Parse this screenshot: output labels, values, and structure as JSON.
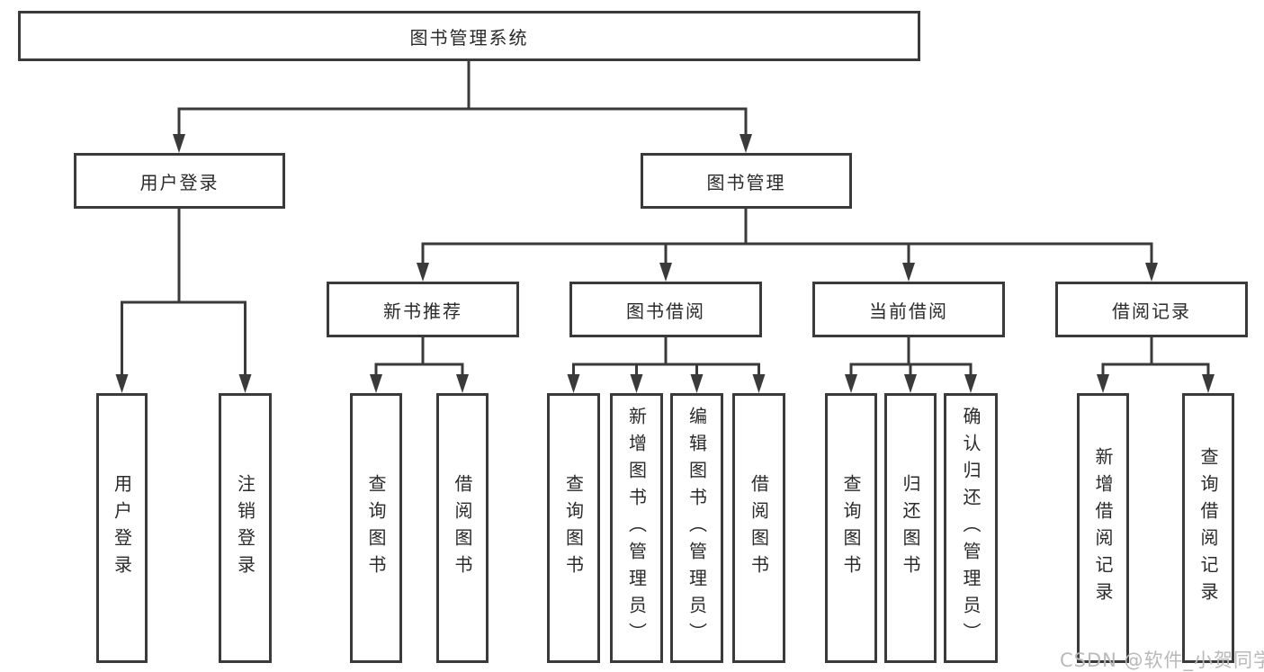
{
  "diagram": {
    "root": "图书管理系统",
    "level2": {
      "user_login": "用户登录",
      "book_management": "图书管理"
    },
    "level3": {
      "new_book_recommend": "新书推荐",
      "book_borrowing": "图书借阅",
      "current_borrowing": "当前借阅",
      "borrowing_records": "借阅记录"
    },
    "leaves": {
      "user_login": [
        "用户登录",
        "注销登录"
      ],
      "new_book_recommend": [
        "查询图书",
        "借阅图书"
      ],
      "book_borrowing": [
        "查询图书",
        "新增图书（管理员）",
        "编辑图书（管理员）",
        "借阅图书"
      ],
      "current_borrowing": [
        "查询图书",
        "归还图书",
        "确认归还（管理员）"
      ],
      "borrowing_records": [
        "新增借阅记录",
        "查询借阅记录"
      ]
    },
    "watermark": "CSDN @软件_小贺同学",
    "colors": {
      "line": "#3a3a3a",
      "text": "#2a2a2a",
      "background": "#ffffff",
      "watermark": "#b9b9b9"
    }
  }
}
